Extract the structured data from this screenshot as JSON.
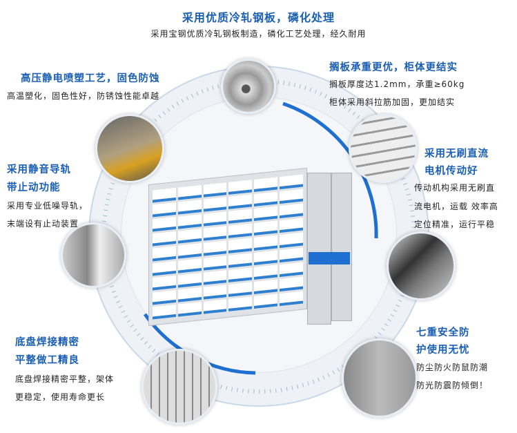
{
  "top": {
    "title": "采用优质冷轧钢板，磷化处理",
    "sub": "采用宝钢优质冷轧钢板制造，磷化工艺处理，经久耐用"
  },
  "left1": {
    "title": "高压静电喷塑工艺，固色防蚀",
    "sub": "高温塑化，固色性好，防锈蚀性能卓越"
  },
  "right1": {
    "title": "搁板承重更优，柜体更结实",
    "lines": [
      "搁板厚度达1.2mm，承重≥60kg",
      "柜体采用斜拉筋加固，更加结实"
    ]
  },
  "left2": {
    "titles": [
      "采用静音导轨",
      "带止动功能"
    ],
    "lines": [
      "采用专业低噪导轨，",
      "末端设有止动装置"
    ]
  },
  "right2": {
    "titles": [
      "采用无刷直流",
      "电机传动好"
    ],
    "lines": [
      "传动机构采用无刷直",
      "流电机，运载 效率高",
      "定位精准，运行平稳"
    ]
  },
  "left3": {
    "titles": [
      "底盘焊接精密",
      "平整做工精良"
    ],
    "lines": [
      "底盘焊接精密平整，架体",
      "更稳定，使用寿命更长"
    ]
  },
  "right3": {
    "titles": [
      "七重安全防",
      "护使用无忧"
    ],
    "lines": [
      "防尘防火防鼠防潮",
      "防光防震防倾倒！"
    ]
  },
  "colors": {
    "accent": "#1a5fb4",
    "arc": "#1f6fd1"
  }
}
